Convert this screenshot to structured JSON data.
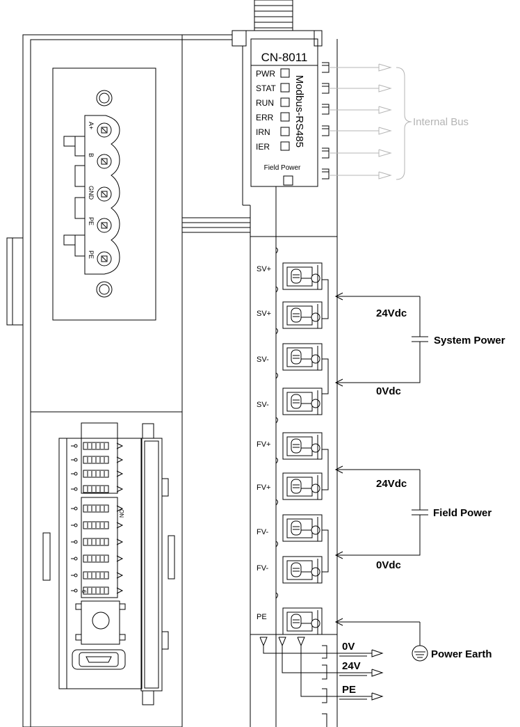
{
  "module": {
    "model": "CN-8011",
    "protocol": "Modbus-RS485",
    "leds": [
      "PWR",
      "STAT",
      "RUN",
      "ERR",
      "IRN",
      "IER"
    ],
    "field_power_led": "Field Power"
  },
  "connector_pins": [
    "A+",
    "B",
    "GND",
    "PE",
    "PE"
  ],
  "dip_labels": {
    "on": "ON",
    "six": "6"
  },
  "terminals": [
    "SV+",
    "SV+",
    "SV-",
    "SV-",
    "FV+",
    "FV+",
    "FV-",
    "FV-",
    "PE"
  ],
  "internal_bus": "Internal Bus",
  "system_power": {
    "label": "System Power",
    "positive": "24Vdc",
    "negative": "0Vdc"
  },
  "field_power": {
    "label": "Field Power",
    "positive": "24Vdc",
    "negative": "0Vdc"
  },
  "power_earth": "Power Earth",
  "outputs": [
    "0V",
    "24V",
    "PE"
  ],
  "colors": {
    "line": "#000000",
    "bus": "#b4b4b4"
  }
}
